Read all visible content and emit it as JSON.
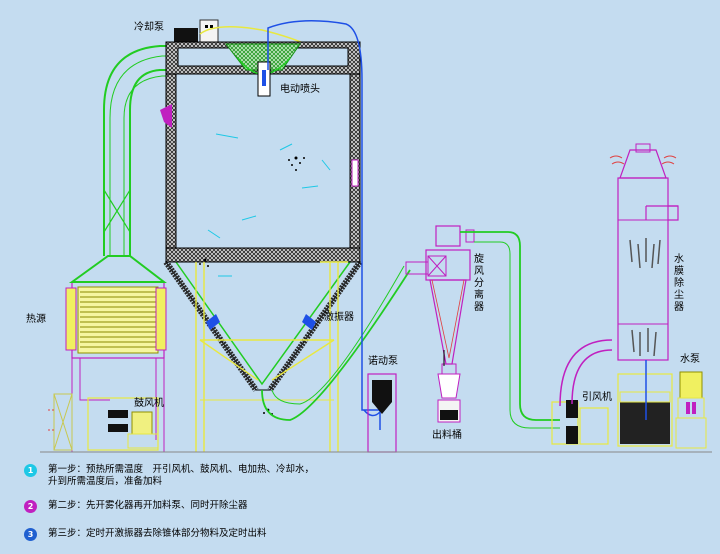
{
  "labels": {
    "cooling_pump": "冷却泵",
    "electric_nozzle": "电动喷头",
    "heat_source": "热源",
    "blower": "鼓风机",
    "vibrator": "激振器",
    "peristaltic_pump": "诺动泵",
    "cyclone_separator": "旋风分离器",
    "discharge_bucket": "出料桶",
    "induced_fan": "引风机",
    "water_film_dust_collector": "水膜除尘器",
    "water_pump": "水泵"
  },
  "steps": [
    {
      "num": "1",
      "color": "#1ec8e6",
      "line1": "第一步：预热所需温度　开引风机、鼓风机、电加热、冷却水，",
      "line2": "升到所需温度后，准备加料"
    },
    {
      "num": "2",
      "color": "#c020c0",
      "line1": "第二步：先开雾化器再开加料泵、同时开除尘器",
      "line2": ""
    },
    {
      "num": "3",
      "color": "#2060d0",
      "line1": "第三步：定时开激振器去除锥体部分物料及定时出料",
      "line2": ""
    }
  ],
  "colors": {
    "duct_green": "#22cc22",
    "frame_yellow": "#e8e840",
    "pipe_blue": "#1e50e6",
    "magenta": "#d020d0",
    "insulation": "#2a2a2a",
    "heater_yellow": "#f0f080"
  }
}
